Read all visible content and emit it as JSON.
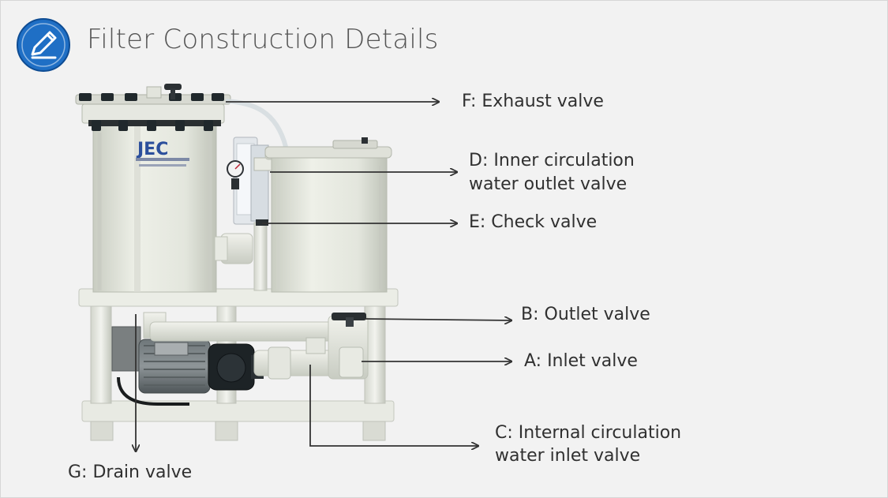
{
  "header": {
    "title": "Filter Construction Details",
    "icon": "pencil-icon",
    "badge_color": "#1f6fc5"
  },
  "labels": {
    "f": "F: Exhaust valve",
    "d_line1": "D: Inner circulation",
    "d_line2": "water outlet valve",
    "e": "E: Check valve",
    "b": "B: Outlet valve",
    "a": "A: Inlet valve",
    "c_line1": "C: Internal circulation",
    "c_line2": "water inlet valve",
    "g": "G: Drain valve"
  },
  "product_logo": "JEC"
}
